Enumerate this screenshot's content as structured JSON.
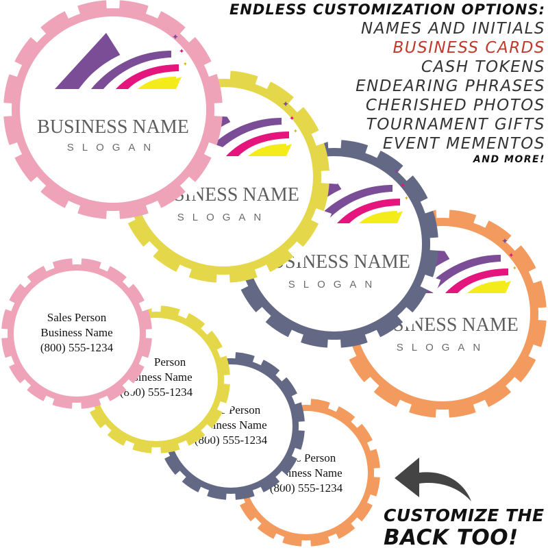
{
  "headline": {
    "title": "ENDLESS CUSTOMIZATION OPTIONS:",
    "items": [
      "NAMES AND INITIALS",
      "BUSINESS CARDS",
      "CASH TOKENS",
      "ENDEARING PHRASES",
      "CHERISHED PHOTOS",
      "TOURNAMENT GIFTS",
      "EVENT MEMENTOS"
    ],
    "more": "AND MORE!"
  },
  "chip_front": {
    "business_name": "BUSINESS NAME",
    "slogan": "SLOGAN"
  },
  "chip_back": {
    "line1": "Sales Person",
    "line2": "Business Name",
    "line3": "(800) 555-1234"
  },
  "cta": {
    "line1": "CUSTOMIZE THE",
    "line2": "BACK TOO!"
  },
  "colors": {
    "pink": "#eea3b8",
    "yellow": "#e4d84a",
    "slate": "#636884",
    "orange": "#f39a5e",
    "logo_purple": "#7b4d97",
    "logo_magenta": "#e4157c",
    "logo_yellow": "#f4ec1a",
    "accent_red": "#c0392b",
    "arrow": "#444444"
  }
}
